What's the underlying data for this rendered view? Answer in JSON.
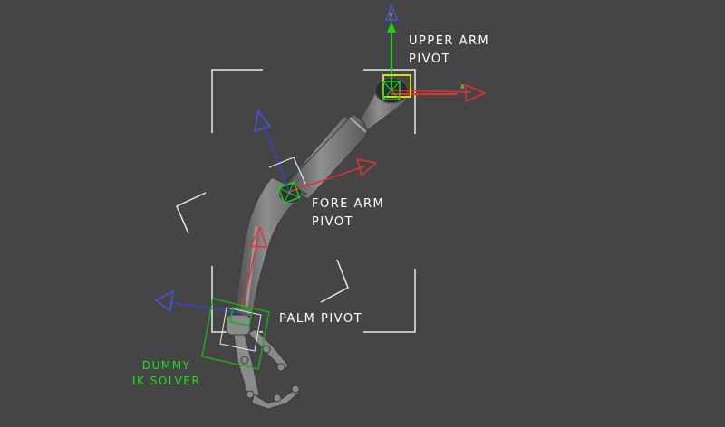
{
  "labels": {
    "upper_arm": [
      "UPPER ARM",
      "PIVOT"
    ],
    "fore_arm": [
      "FORE ARM",
      "PIVOT"
    ],
    "palm": "PALM PIVOT",
    "dummy": [
      "DUMMY",
      "IK SOLVER"
    ]
  },
  "axis_letters": {
    "x": "x",
    "y": "y"
  },
  "colors": {
    "background": "#454545",
    "label_text": "#ffffff",
    "dummy_text": "#22dd22",
    "axis_x": "#dd3333",
    "axis_y": "#22cc22",
    "axis_z": "#3344cc",
    "selection_bracket": "#e8e8e8",
    "dummy_helper": "#1faa1f",
    "pivot_highlight": "#d8d820",
    "mesh": "#7d7d7d"
  },
  "icons": [
    "transform-gizmo-icon",
    "pivot-gizmo-icon",
    "dummy-helper-icon"
  ]
}
